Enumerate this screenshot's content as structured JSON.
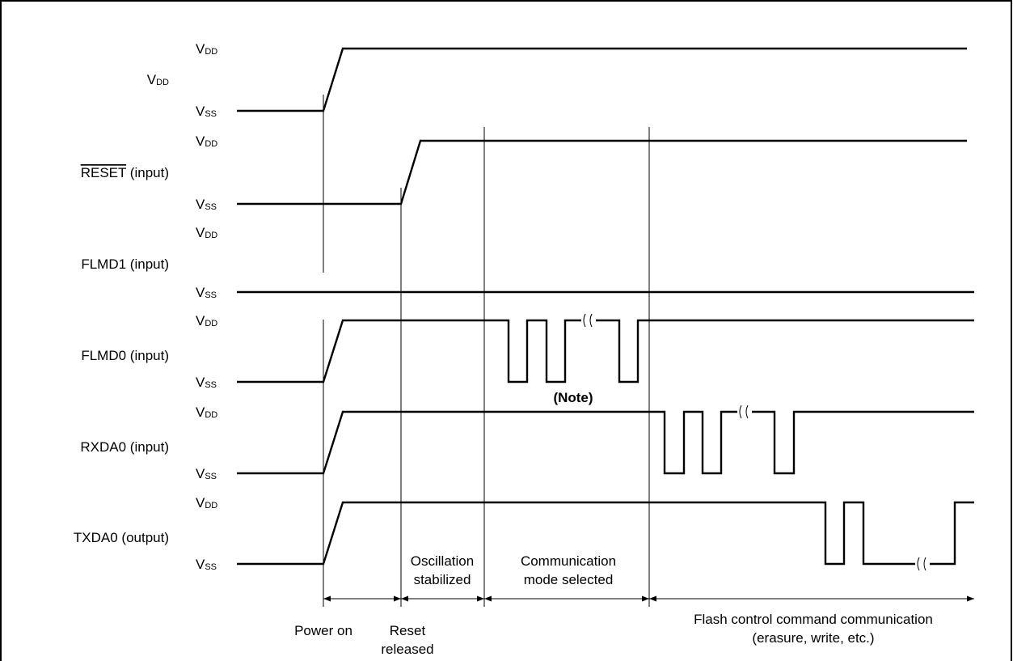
{
  "diagram": {
    "signals": [
      {
        "name": "V",
        "name_sub": "DD",
        "suffix": "",
        "overline": false
      },
      {
        "name": "RESET",
        "name_sub": "",
        "suffix": " (input)",
        "overline": true
      },
      {
        "name": "FLMD1",
        "name_sub": "",
        "suffix": " (input)",
        "overline": false
      },
      {
        "name": "FLMD0",
        "name_sub": "",
        "suffix": " (input)",
        "overline": false
      },
      {
        "name": "RXDA0",
        "name_sub": "",
        "suffix": " (input)",
        "overline": false
      },
      {
        "name": "TXDA0",
        "name_sub": "",
        "suffix": " (output)",
        "overline": false
      }
    ],
    "level_high": {
      "main": "V",
      "sub": "DD"
    },
    "level_low": {
      "main": "V",
      "sub": "SS"
    },
    "note": "(Note)",
    "phases": [
      {
        "lines": [
          "Power on"
        ]
      },
      {
        "lines": [
          "Reset",
          "released"
        ]
      },
      {
        "lines": [
          "Oscillation",
          "stabilized"
        ]
      },
      {
        "lines": [
          "Communication",
          "mode selected"
        ]
      },
      {
        "lines": [
          "Flash control command communication",
          "(erasure, write, etc.)"
        ]
      }
    ]
  }
}
